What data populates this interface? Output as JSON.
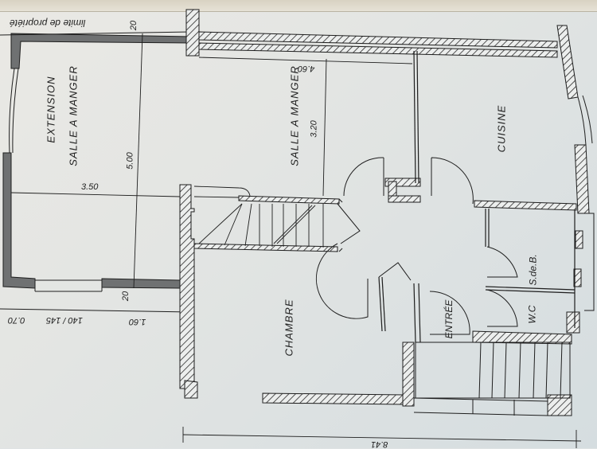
{
  "plan": {
    "orientation_note": "photographed plan rotated 90 degrees",
    "boundary_label": "limite de propriété",
    "rooms": {
      "extension_line1": "EXTENSION",
      "extension_line2": "SALLE  A  MANGER",
      "salle_a_manger": "SALLE  A  MANGER",
      "cuisine": "CUISINE",
      "chambre": "CHAMBRE",
      "salle_de_bain": "S.de.B.",
      "wc": "W.C",
      "entree": "ENTRÉE"
    },
    "dimensions": {
      "extension_width": "3.50",
      "extension_length": "5.00",
      "dining_depth": "3.20",
      "dining_length": "4.60",
      "wall_top": "20",
      "wall_bottom": "20",
      "side_segment": "1.60",
      "window_opening": "140 / 145",
      "end_segment": "0.70",
      "total_length": "8.41"
    },
    "colors": {
      "line": "#1e1e1e",
      "hatch": "#2a2a2a",
      "extension_wall": "#6f7172",
      "paper": "#e4e6e4"
    }
  }
}
